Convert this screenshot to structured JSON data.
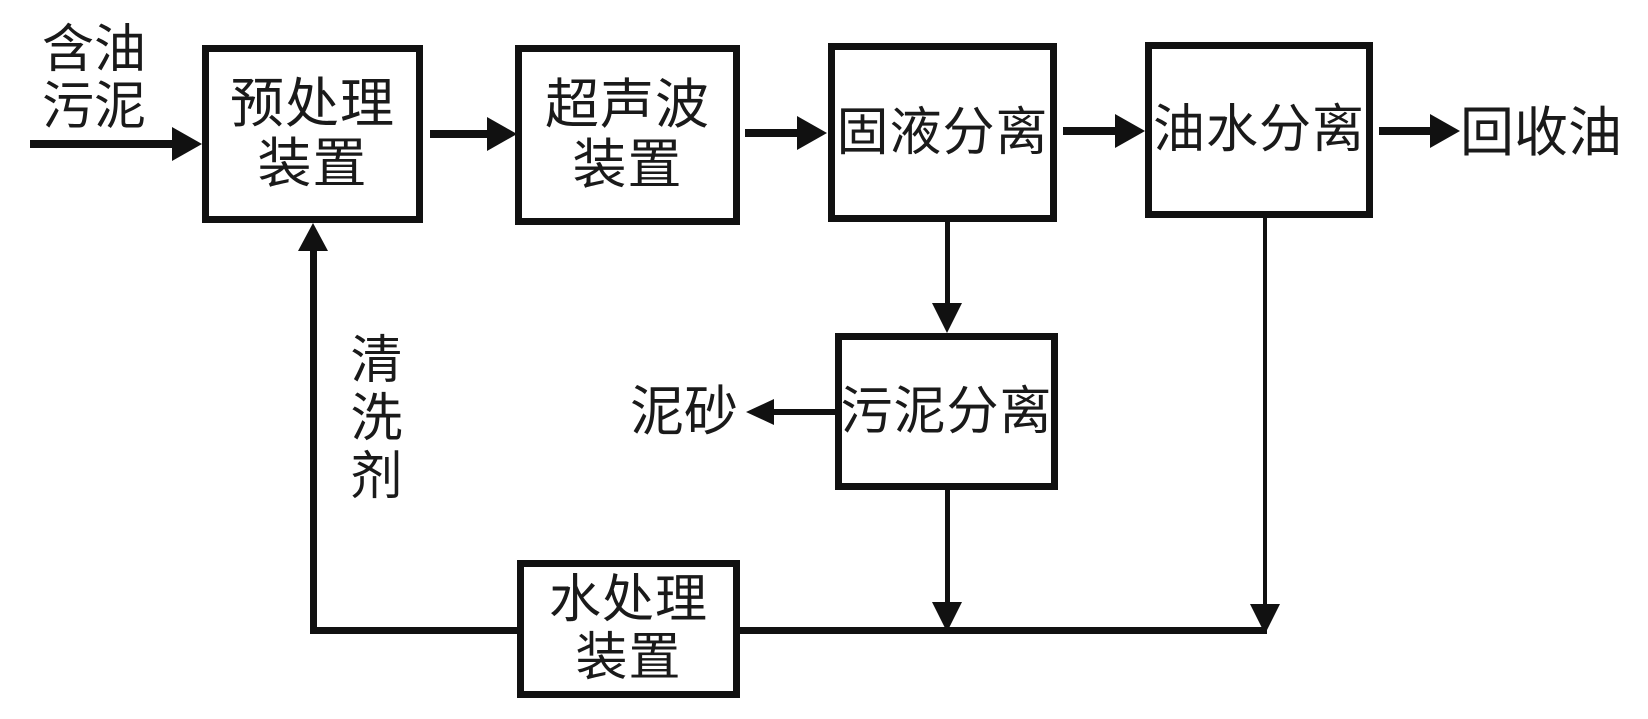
{
  "nodes": {
    "pretreatment": {
      "line1": "预处理",
      "line2": "装置"
    },
    "ultrasonic": {
      "line1": "超声波",
      "line2": "装置"
    },
    "solid_liquid": {
      "label": "固液分离"
    },
    "oil_water": {
      "label": "油水分离"
    },
    "sludge_separation": {
      "label": "污泥分离"
    },
    "water_treatment": {
      "line1": "水处理",
      "line2": "装置"
    }
  },
  "labels": {
    "input_line1": "含油",
    "input_line2": "污泥",
    "recovered_oil": "回收油",
    "sand": "泥砂",
    "cleaning_agent": "清洗剂"
  },
  "colors": {
    "line": "#111111",
    "text": "#1a1a1a",
    "background": "#ffffff"
  }
}
